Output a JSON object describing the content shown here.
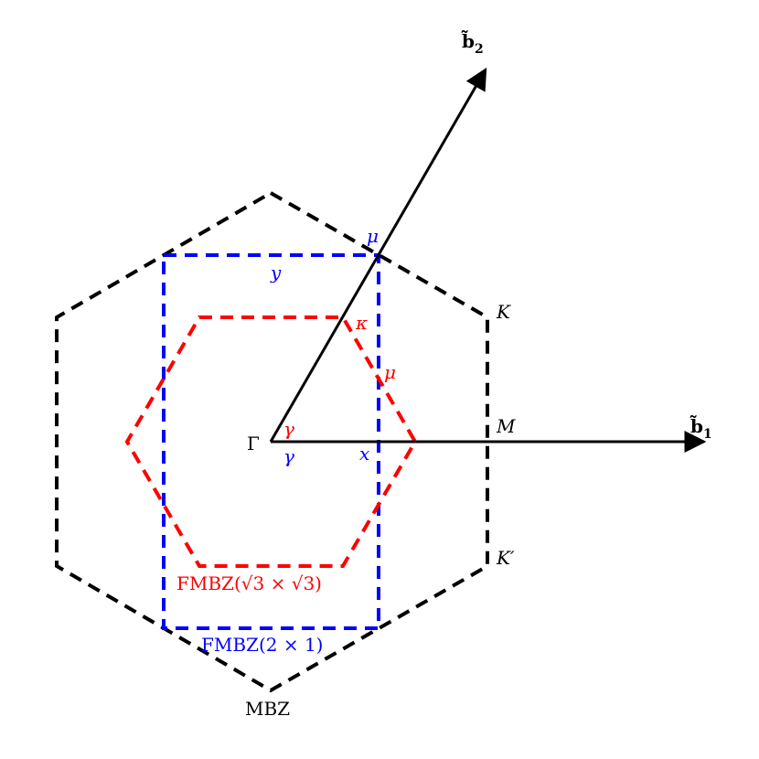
{
  "colors": {
    "mbz": "#000000",
    "fmbz_sqrt3": "#ff0000",
    "fmbz_2x1": "#0000ff",
    "axes": "#000000"
  },
  "vectors": {
    "b1": {
      "label": "b̃",
      "sub": "1"
    },
    "b2": {
      "label": "b̃",
      "sub": "2"
    }
  },
  "mbz": {
    "name": "MBZ",
    "points": {
      "K": "K",
      "K_prime": "K′",
      "M": "M",
      "Gamma": "Γ"
    }
  },
  "fmbz_sqrt3": {
    "name": "FMBZ(√3 × √3)",
    "points": {
      "kappa": "κ",
      "mu": "μ",
      "gamma": "γ"
    }
  },
  "fmbz_2x1": {
    "name": "FMBZ(2 × 1)",
    "points": {
      "mu": "μ",
      "x": "x",
      "y": "y",
      "gamma": "γ"
    }
  }
}
